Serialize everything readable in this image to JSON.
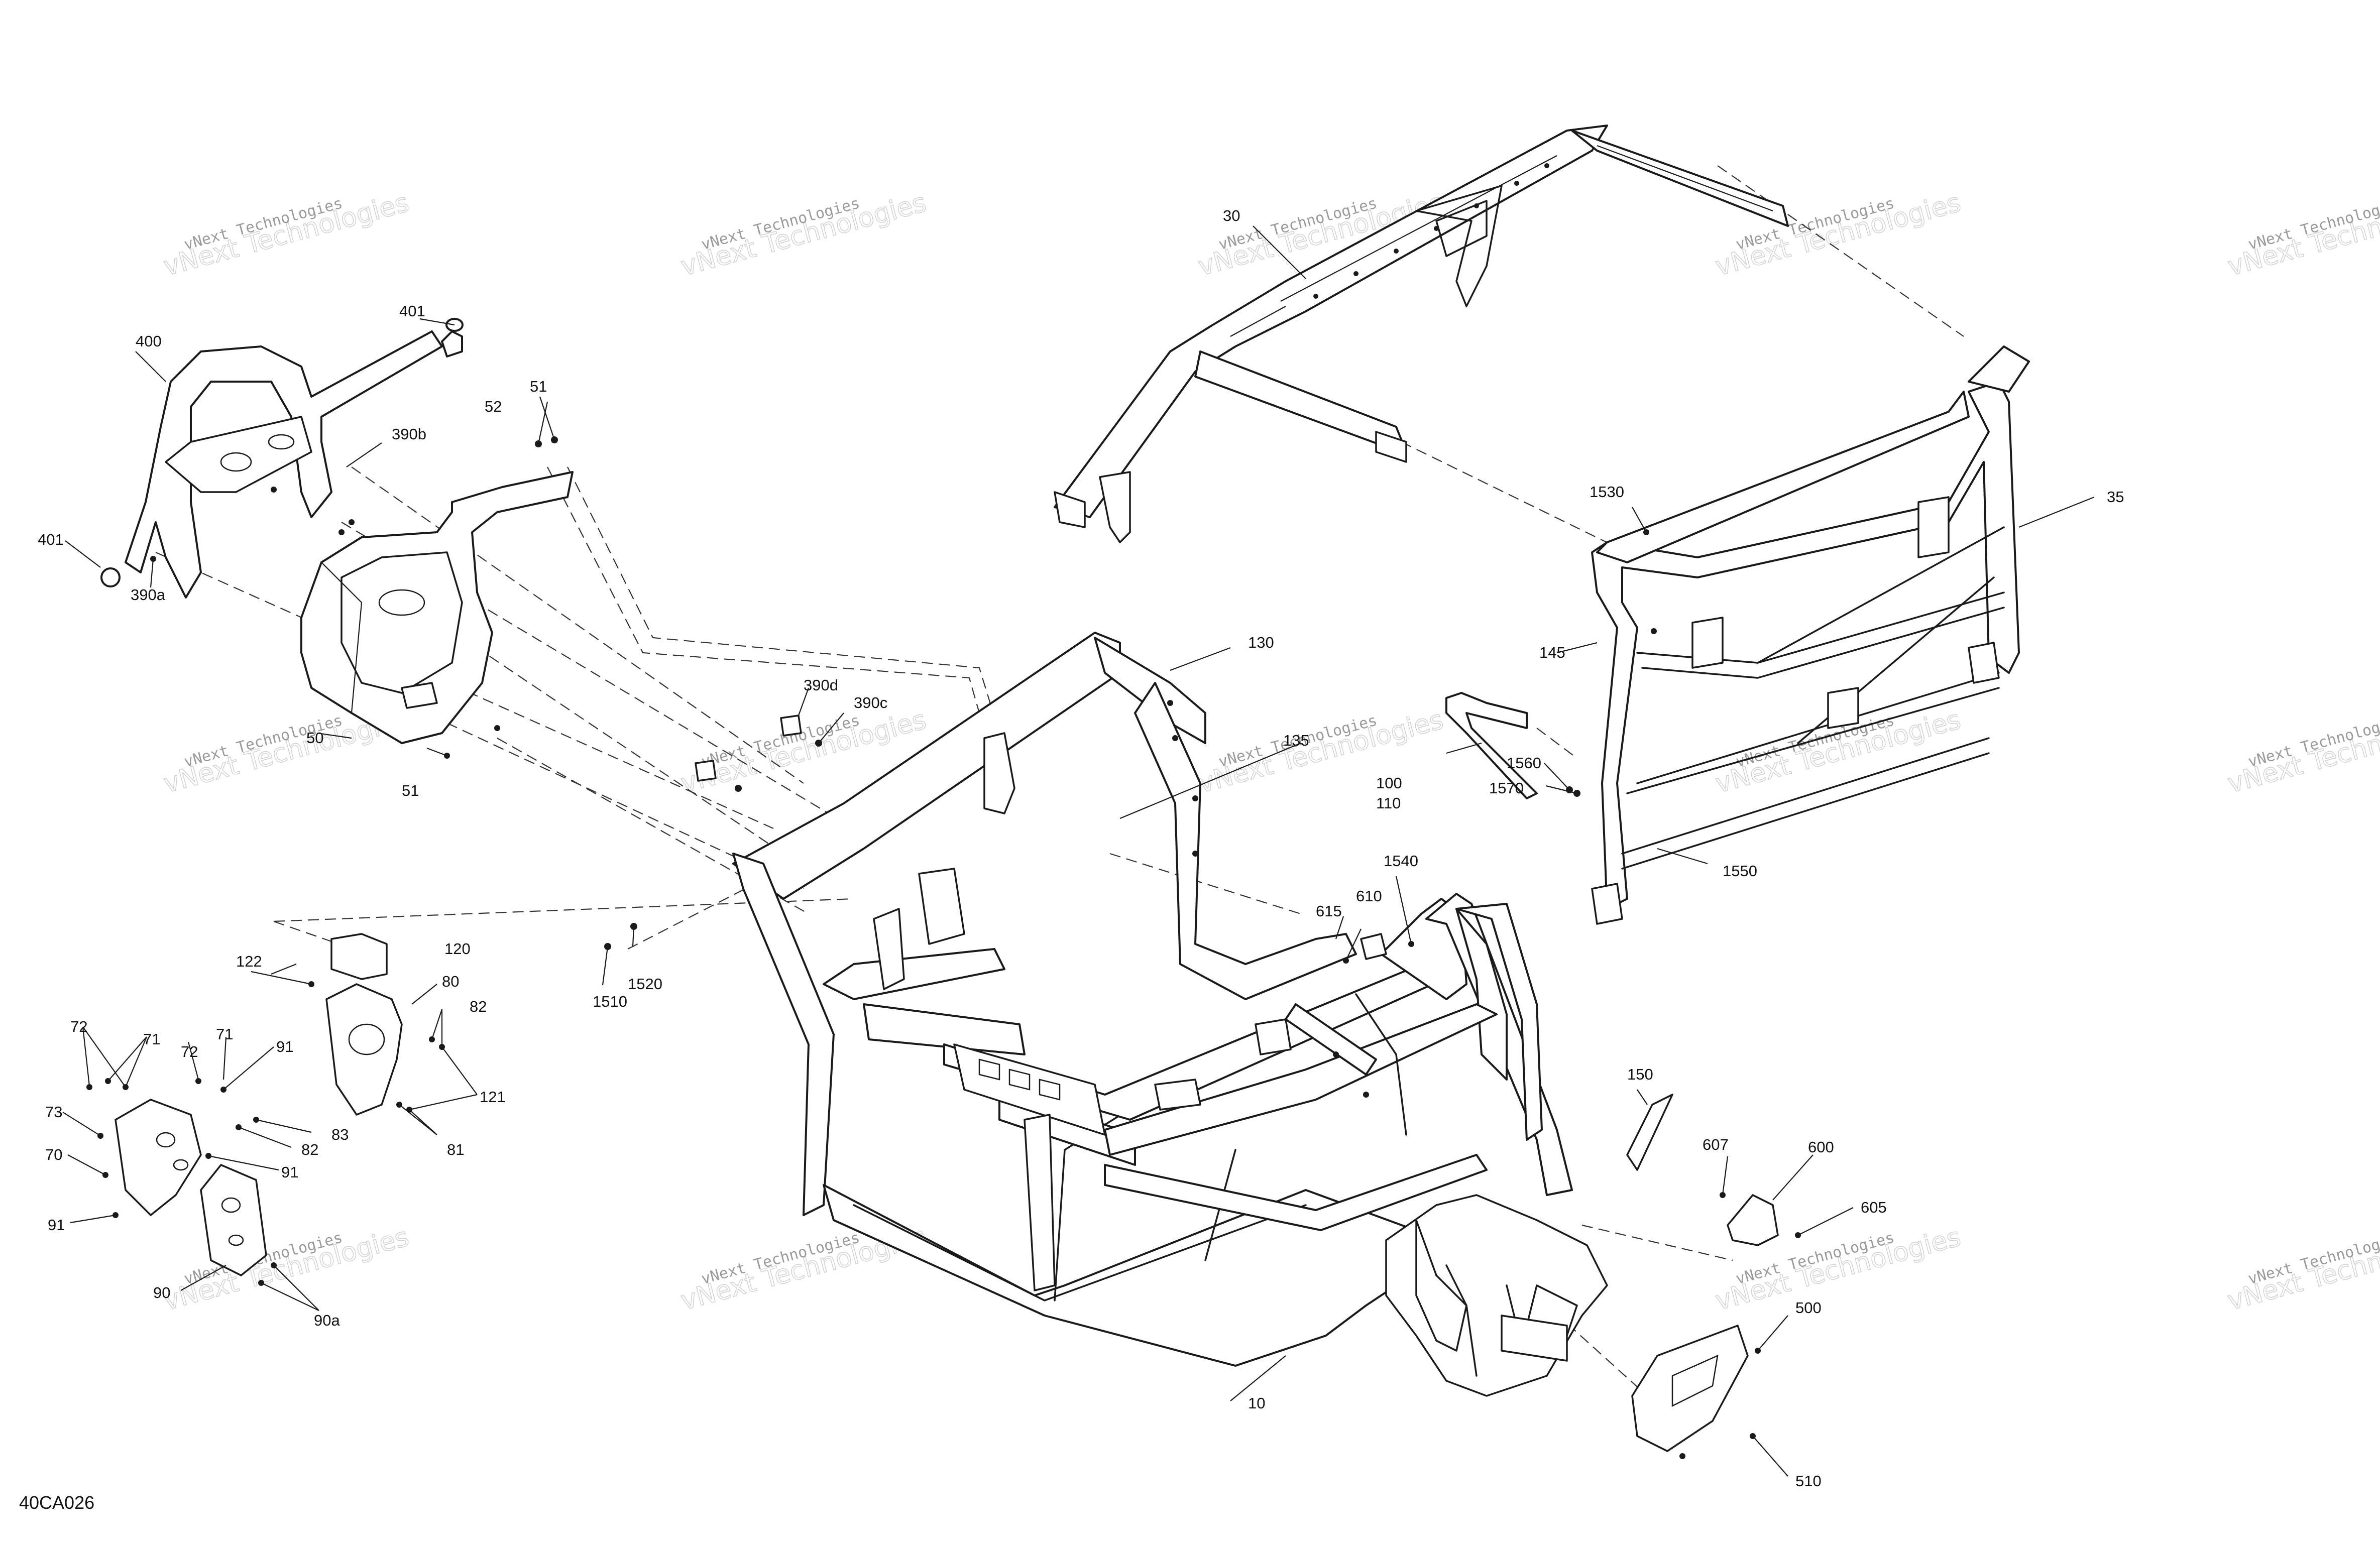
{
  "figure_id": "40CA026",
  "watermark": {
    "name": "vNext Technologies",
    "big": "vNext Technologies"
  },
  "callouts": {
    "c10": "10",
    "c30": "30",
    "c35": "35",
    "c50": "50",
    "c51a": "51",
    "c51b": "51",
    "c52": "52",
    "c70": "70",
    "c71a": "71",
    "c71b": "71",
    "c72a": "72",
    "c72b": "72",
    "c73": "73",
    "c80": "80",
    "c81": "81",
    "c82a": "82",
    "c82b": "82",
    "c83": "83",
    "c90": "90",
    "c90a": "90a",
    "c91a": "91",
    "c91b": "91",
    "c91c": "91",
    "c100": "100",
    "c110": "110",
    "c120": "120",
    "c121": "121",
    "c122": "122",
    "c130": "130",
    "c135": "135",
    "c145": "145",
    "c150": "150",
    "c390a": "390a",
    "c390b": "390b",
    "c390c": "390c",
    "c390d": "390d",
    "c400": "400",
    "c401a": "401",
    "c401b": "401",
    "c500": "500",
    "c510": "510",
    "c600": "600",
    "c605": "605",
    "c607": "607",
    "c610": "610",
    "c615": "615",
    "c1510": "1510",
    "c1520": "1520",
    "c1530": "1530",
    "c1540": "1540",
    "c1550": "1550",
    "c1560": "1560",
    "c1570": "1570"
  }
}
